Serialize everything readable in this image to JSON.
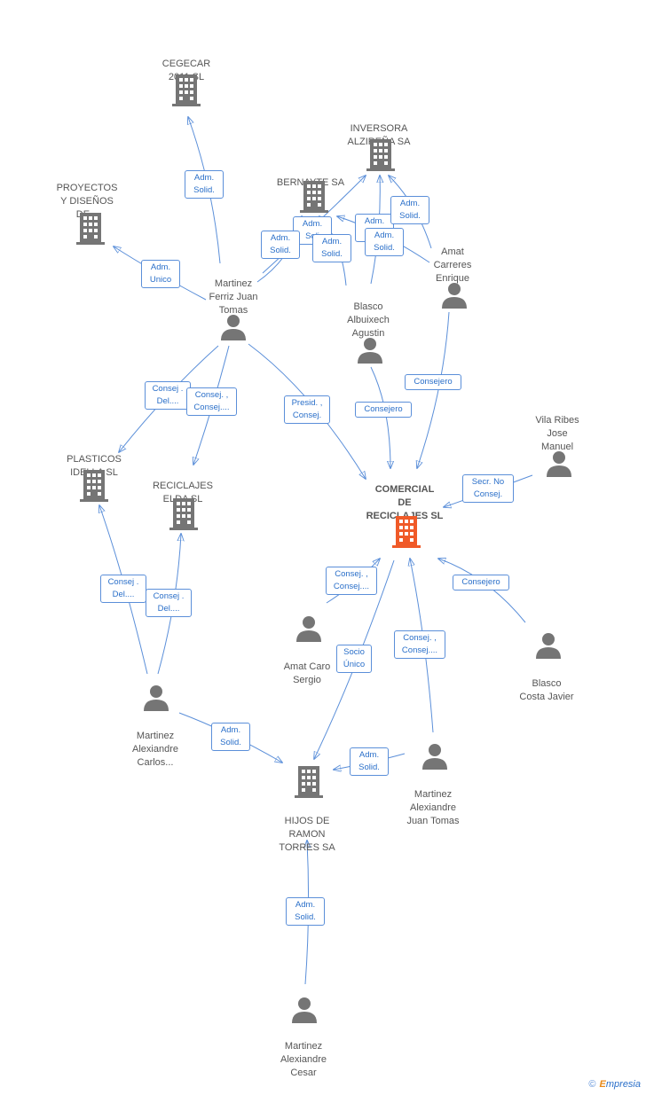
{
  "colors": {
    "edge": "#5b8fd9",
    "company": "#757575",
    "main_company": "#f05a28",
    "person": "#757575"
  },
  "nodes": {
    "cegecar": {
      "label": "CEGECAR\n2011 SL",
      "type": "company"
    },
    "inversora": {
      "label": "INVERSORA\nALZIREÑA SA",
      "type": "company"
    },
    "bernayte": {
      "label": "BERNAYTE SA",
      "type": "company"
    },
    "proyectos": {
      "label": "PROYECTOS\nY DISEÑOS\nDE...",
      "type": "company"
    },
    "amat_carreres": {
      "label": "Amat\nCarreres\nEnrique",
      "type": "person"
    },
    "martinez_ferriz": {
      "label": "Martinez\nFerriz Juan\nTomas",
      "type": "person"
    },
    "blasco_albuixech": {
      "label": "Blasco\nAlbuixech\nAgustin",
      "type": "person"
    },
    "vila_ribes": {
      "label": "Vila Ribes\nJose\nManuel",
      "type": "person"
    },
    "plasticos": {
      "label": "PLASTICOS\nIDELLA SL",
      "type": "company"
    },
    "reciclajes_elda": {
      "label": "RECICLAJES\nELDA SL",
      "type": "company"
    },
    "comercial": {
      "label": "COMERCIAL\nDE\nRECICLAJES SL",
      "type": "main_company"
    },
    "amat_caro": {
      "label": "Amat Caro\nSergio",
      "type": "person"
    },
    "blasco_costa": {
      "label": "Blasco\nCosta Javier",
      "type": "person"
    },
    "martinez_carlos": {
      "label": "Martinez\nAlexiandre\nCarlos...",
      "type": "person"
    },
    "martinez_juan": {
      "label": "Martinez\nAlexiandre\nJuan Tomas",
      "type": "person"
    },
    "hijos": {
      "label": "HIJOS DE\nRAMON\nTORRES SA",
      "type": "company"
    },
    "martinez_cesar": {
      "label": "Martinez\nAlexiandre\nCesar",
      "type": "person"
    }
  },
  "edge_labels": {
    "e1": "Adm.\nSolid.",
    "e2": "Adm.\nUnico",
    "e3": "Adm.\nSolid.",
    "e4": "Adm.\nSoli",
    "e5": "Adm.\nSolid.",
    "e6": "Adm.\nSolid.",
    "e7": "Adm.\nS",
    "e8": "Adm.\nSolid.",
    "e9": "Consej .\nDel....",
    "e10": "Consej. ,\nConsej....",
    "e11": "Presid. ,\nConsej.",
    "e12": "Consejero",
    "e13": "Consejero",
    "e14": "Secr.  No\nConsej.",
    "e15": "Consej. ,\nConsej....",
    "e16": "Consejero",
    "e17": "Socio\nÚnico",
    "e18": "Consej. ,\nConsej....",
    "e19": "Consej .\nDel....",
    "e20": "Consej .\nDel....",
    "e21": "Adm.\nSolid.",
    "e22": "Adm.\nSolid.",
    "e23": "Adm.\nSolid."
  },
  "brand": {
    "copyright": "©",
    "name_initial": "E",
    "name_rest": "mpresia"
  }
}
